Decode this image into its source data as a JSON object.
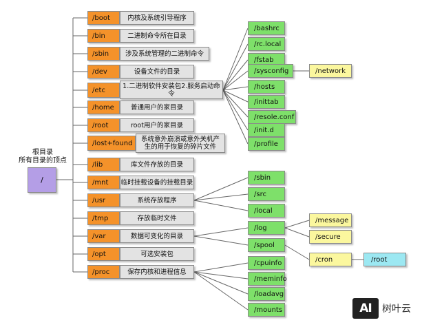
{
  "root": {
    "label_line1": "根目录",
    "label_line2": "所有目录的顶点",
    "name": "/"
  },
  "dirs": [
    {
      "name": "/boot",
      "desc": "内核及系统引导程序"
    },
    {
      "name": "/bin",
      "desc": "二进制命令所在目录"
    },
    {
      "name": "/sbin",
      "desc": "涉及系统管理的二进制命令"
    },
    {
      "name": "/dev",
      "desc": "设备文件的目录"
    },
    {
      "name": "/etc",
      "desc": "1.二进制软件安装包2.服务启动命令"
    },
    {
      "name": "/home",
      "desc": "普通用户的家目录"
    },
    {
      "name": "/root",
      "desc": "root用户的家目录"
    },
    {
      "name": "/lost+found",
      "desc": "系统意外崩溃或意外关机产生的用于恢复的碎片文件"
    },
    {
      "name": "/lib",
      "desc": "库文件存放的目录"
    },
    {
      "name": "/mnt",
      "desc": "临时挂载设备的挂载目录"
    },
    {
      "name": "/usr",
      "desc": "系统存放程序"
    },
    {
      "name": "/tmp",
      "desc": "存放临时文件"
    },
    {
      "name": "/var",
      "desc": "数据可变化的目录"
    },
    {
      "name": "/opt",
      "desc": "可选安装包"
    },
    {
      "name": "/proc",
      "desc": "保存内核和进程信息"
    }
  ],
  "etc_children": [
    "/bashrc",
    "/rc.local",
    "/fstab",
    "/sysconfig",
    "/hosts",
    "/inittab",
    "/resole.conf",
    "/init.d",
    "/profile"
  ],
  "sysconfig_child": "/network",
  "usr_children": [
    "/sbin",
    "/src",
    "/local"
  ],
  "var_children": [
    "/log",
    "/spool"
  ],
  "log_children": [
    "/message",
    "/secure"
  ],
  "spool_child": "/cron",
  "cron_child": "/root",
  "proc_children": [
    "/cpuinfo",
    "/meminfo",
    "/loadavg",
    "/mounts"
  ],
  "brand": {
    "logo": "AI",
    "name": "树叶云"
  },
  "colors": {
    "dir": "#f4922a",
    "desc": "#e3e3e3",
    "child": "#7ee06a",
    "leaf": "#fbf79e",
    "deep": "#9ce8f2",
    "root": "#b49ee6",
    "line": "#666666"
  }
}
